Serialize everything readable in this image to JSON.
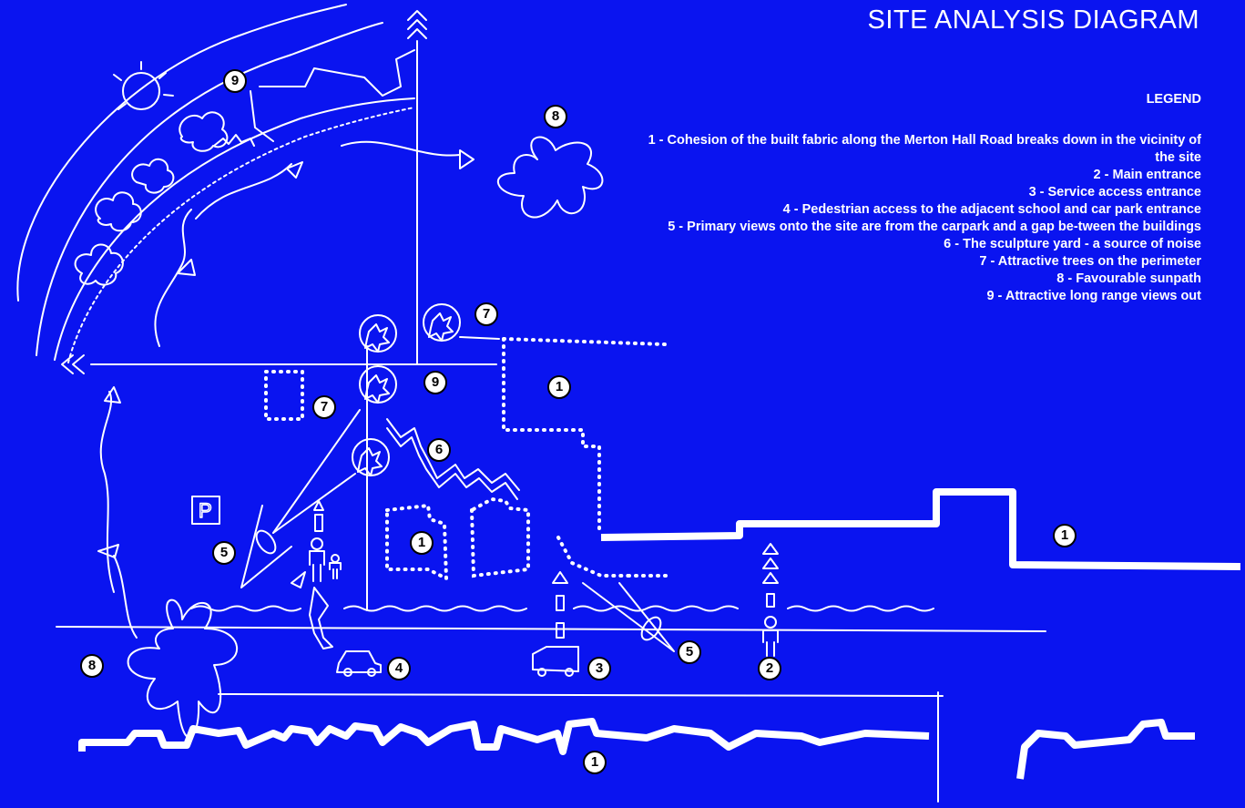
{
  "title": "SITE ANALYSIS DIAGRAM",
  "legend": {
    "heading": "LEGEND",
    "items": [
      "1 - Cohesion of the built fabric along the Merton Hall Road breaks down in the vicinity of the site",
      "2 - Main entrance",
      "3 - Service access entrance",
      "4 - Pedestrian access to the adjacent school and car park entrance",
      "5 - Primary views onto the site are from the carpark and a gap be-tween the buildings",
      "6 - The sculpture yard - a source of noise",
      "7 - Attractive trees on the perimeter",
      "8 - Favourable sunpath",
      "9 - Attractive long range views out"
    ]
  },
  "markers": [
    "9",
    "8",
    "7",
    "9",
    "1",
    "7",
    "6",
    "1",
    "5",
    "1",
    "5",
    "4",
    "3",
    "2",
    "8",
    "1"
  ],
  "colors": {
    "background": "#0a14f0",
    "linework": "#ffffff",
    "marker_fill": "#ffffff",
    "marker_text": "#000000"
  }
}
